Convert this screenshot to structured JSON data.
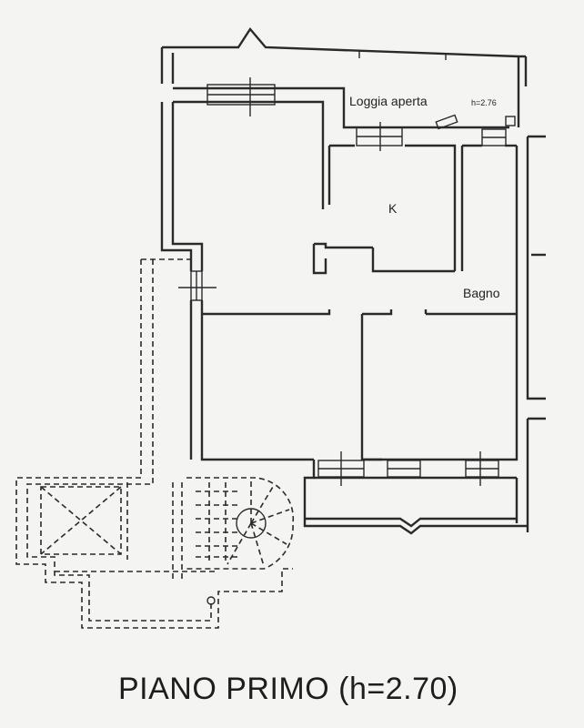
{
  "labels": {
    "loggia": "Loggia aperta",
    "loggia_height": "h=2.76",
    "kitchen": "K",
    "bathroom": "Bagno"
  },
  "title": "PIANO PRIMO (h=2.70)"
}
